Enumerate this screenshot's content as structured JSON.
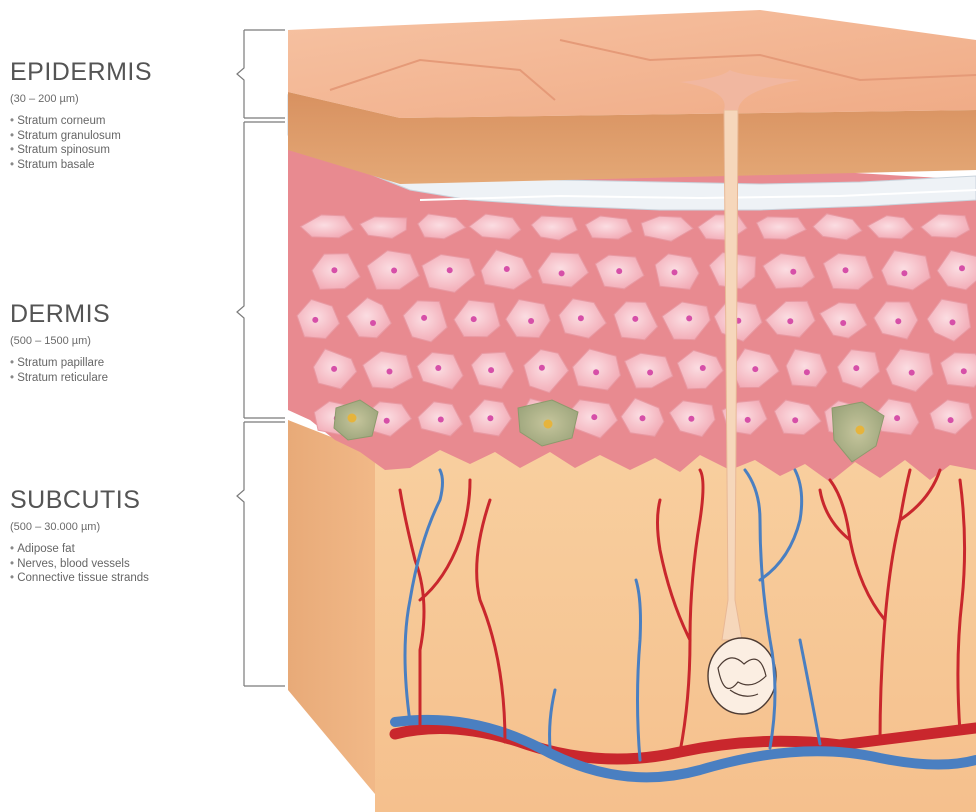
{
  "layers": [
    {
      "title": "EPIDERMIS",
      "range": "(30 – 200 µm)",
      "items": [
        "Stratum corneum",
        "Stratum granulosum",
        "Stratum spinosum",
        "Stratum basale"
      ]
    },
    {
      "title": "DERMIS",
      "range": "(500 – 1500 µm)",
      "items": [
        "Stratum papillare",
        "Stratum reticulare"
      ]
    },
    {
      "title": "SUBCUTIS",
      "range": "(500 – 30.000 µm)",
      "items": [
        "Adipose fat",
        "Nerves, blood vessels",
        "Connective tissue strands"
      ]
    }
  ],
  "colors": {
    "skin_top": "#f2b493",
    "skin_front": "#e0a06d",
    "corneum": "#eef2f5",
    "cells": "#f7c3cc",
    "cell_border": "#e89aa3",
    "matrix": "#e9888e",
    "subcutis": "#f7c79b",
    "artery": "#c9272d",
    "vein": "#4a7fc1",
    "hair": "#f5d2b4",
    "bracket": "#7a7a7a"
  }
}
